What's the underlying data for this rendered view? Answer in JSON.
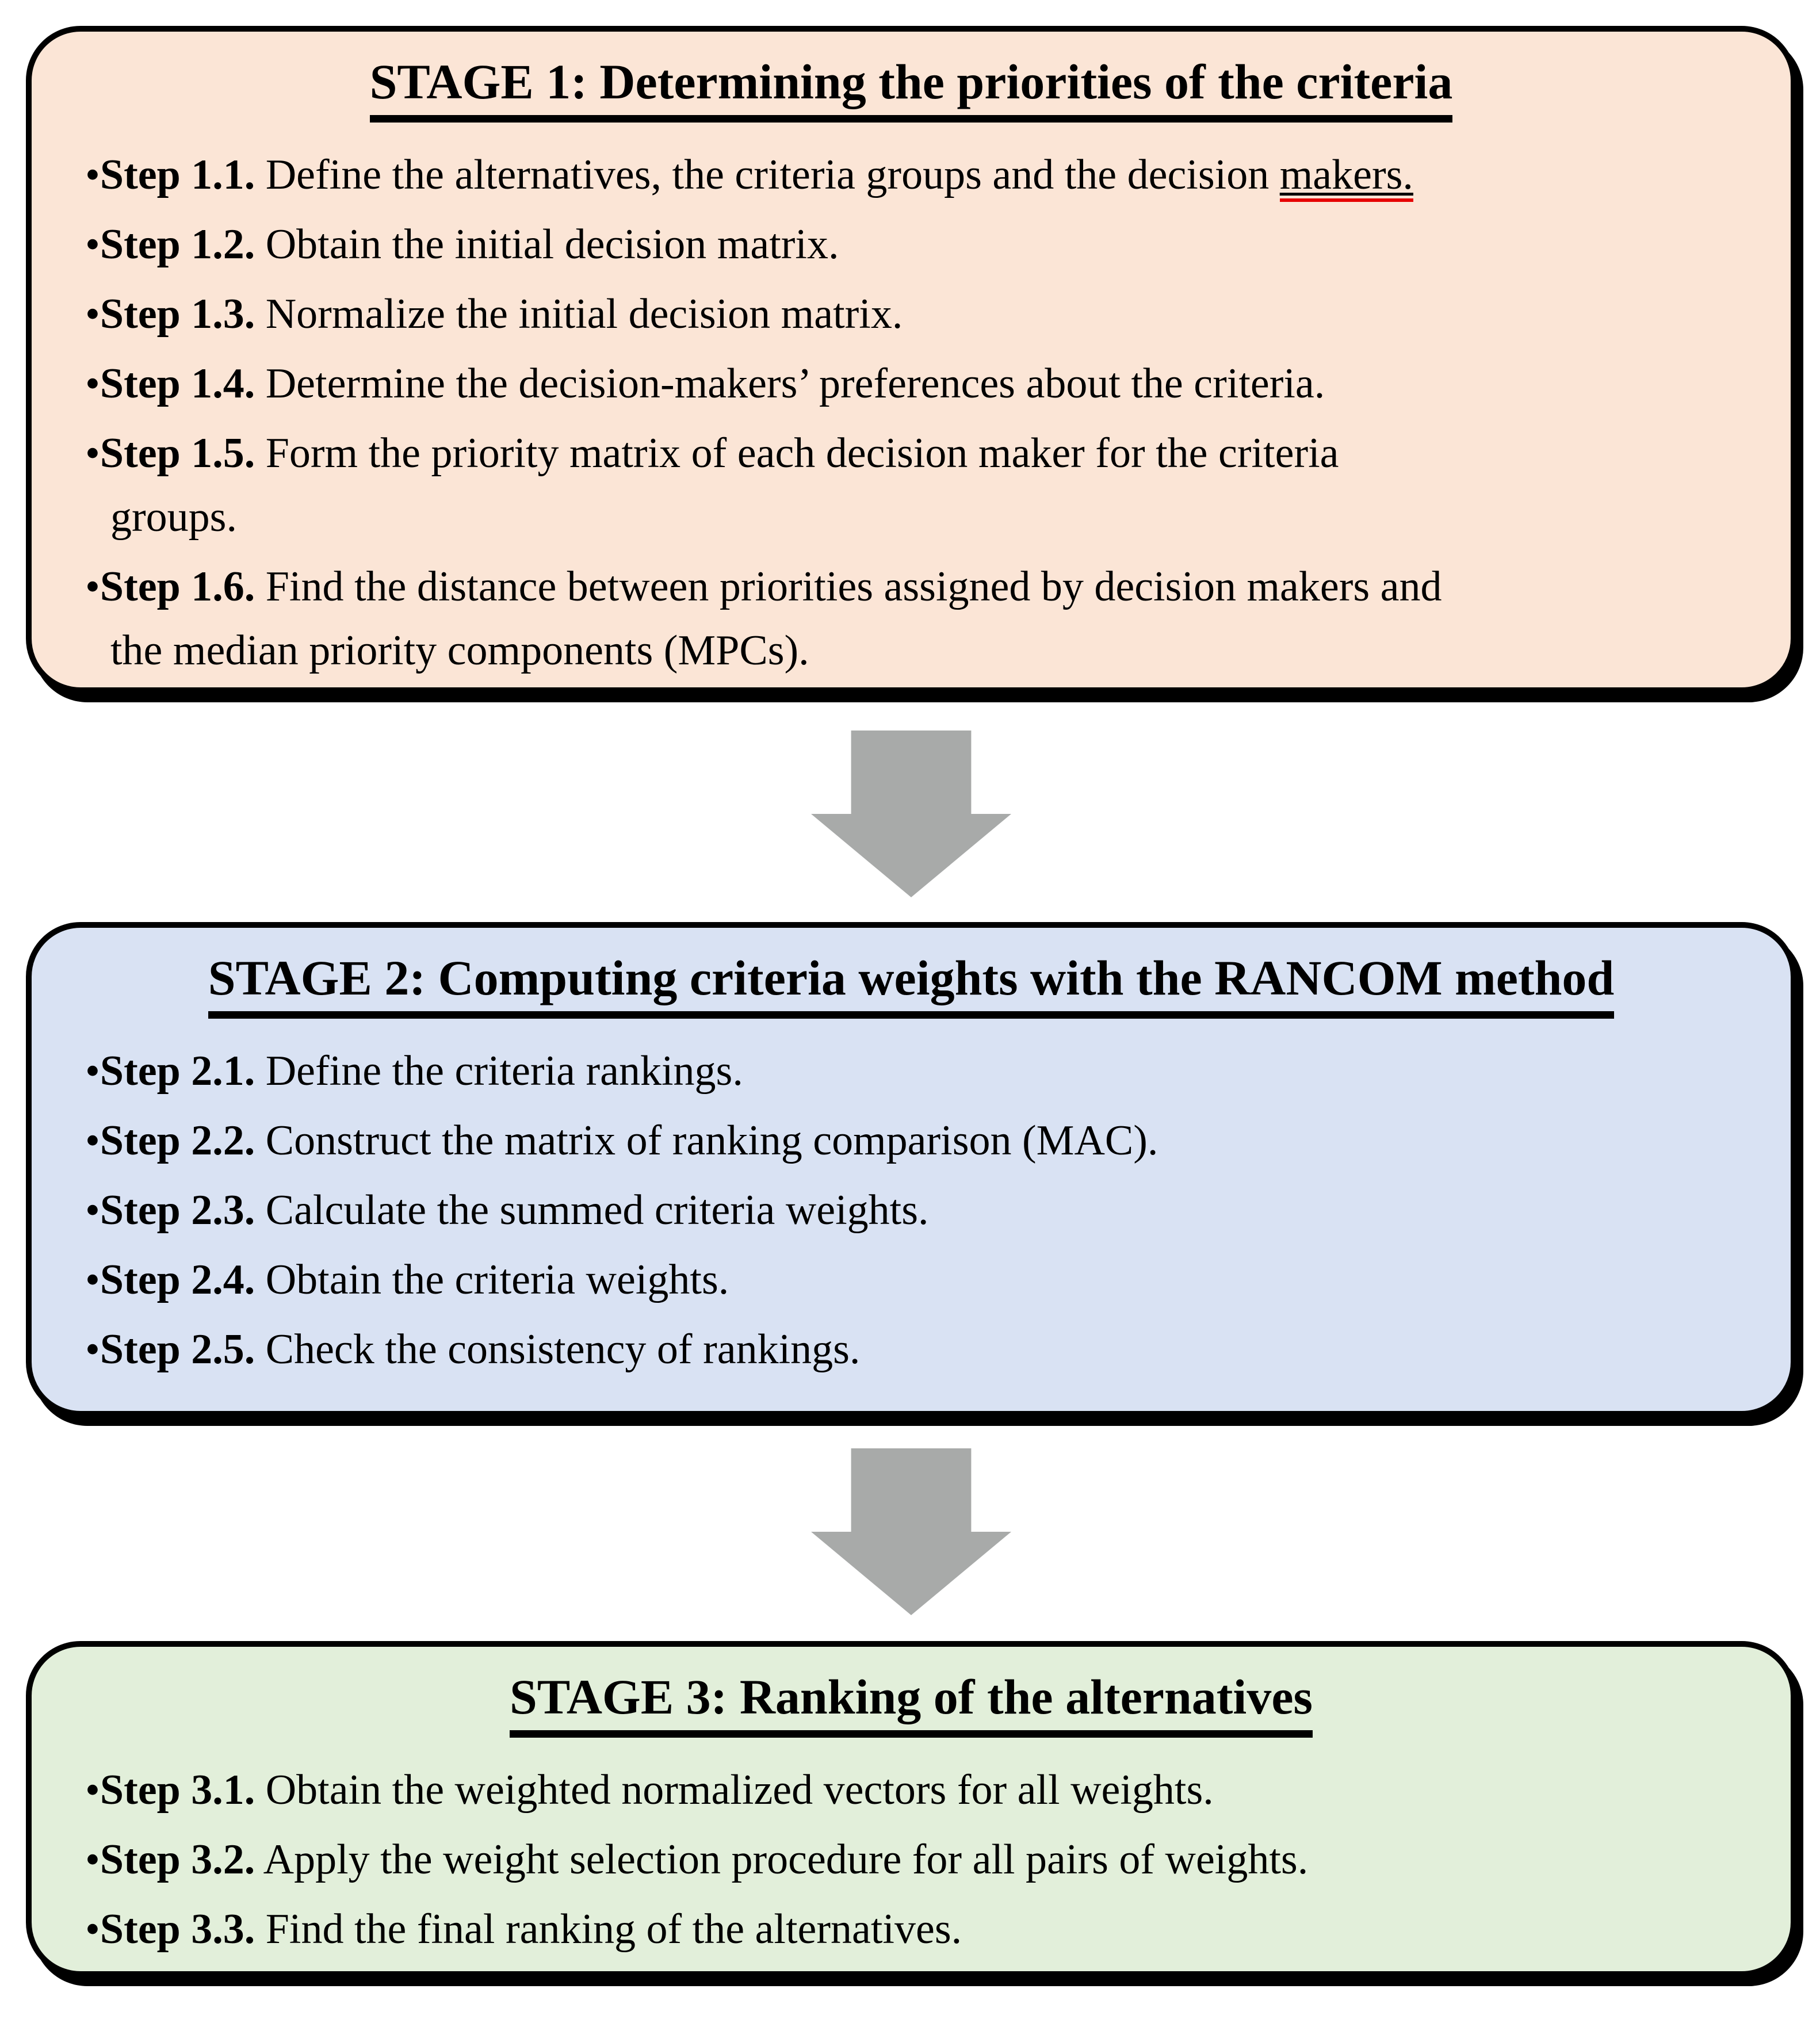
{
  "figure": {
    "background_color": "#FFFFFF",
    "arrow_color": "#A8AAA9",
    "border_color": "#000000",
    "spellcheck_underline_color": "#E60000",
    "stages": [
      {
        "title": "STAGE 1: Determining the priorities of the criteria",
        "bg_color": "#FBE5D6",
        "bullet": "•",
        "steps": [
          {
            "label": "Step 1.1.",
            "pre": " Define the alternatives, the criteria groups and the decision ",
            "flagged": "makers.",
            "post": ""
          },
          {
            "label": "Step 1.2.",
            "text": " Obtain the initial decision matrix."
          },
          {
            "label": "Step 1.3.",
            "text": " Normalize the initial decision matrix."
          },
          {
            "label": "Step 1.4.",
            "text": " Determine the decision-makers’ preferences about the criteria."
          },
          {
            "label": "Step 1.5.",
            "text": " Form the priority matrix of each decision maker for the criteria\ngroups."
          },
          {
            "label": "Step 1.6.",
            "text": " Find the distance between priorities assigned by decision makers and\nthe median priority components (MPCs)."
          }
        ]
      },
      {
        "title": "STAGE 2: Computing criteria weights with the RANCOM method",
        "bg_color": "#D9E2F3",
        "bullet": "•",
        "steps": [
          {
            "label": "Step 2.1.",
            "text": " Define the criteria rankings."
          },
          {
            "label": "Step 2.2.",
            "text": " Construct the matrix of ranking comparison (MAC)."
          },
          {
            "label": "Step 2.3.",
            "text": " Calculate the summed criteria weights."
          },
          {
            "label": "Step 2.4.",
            "text": " Obtain the criteria weights."
          },
          {
            "label": "Step 2.5.",
            "text": " Check the consistency of rankings."
          }
        ]
      },
      {
        "title": "STAGE 3: Ranking of the alternatives",
        "bg_color": "#E2EFDA",
        "bullet": "•",
        "steps": [
          {
            "label": "Step 3.1.",
            "text": " Obtain the weighted normalized vectors for all weights."
          },
          {
            "label": "Step 3.2.",
            "text": " Apply the weight selection procedure for all pairs of weights."
          },
          {
            "label": "Step 3.3.",
            "text": " Find the final ranking of the alternatives."
          }
        ]
      }
    ]
  }
}
